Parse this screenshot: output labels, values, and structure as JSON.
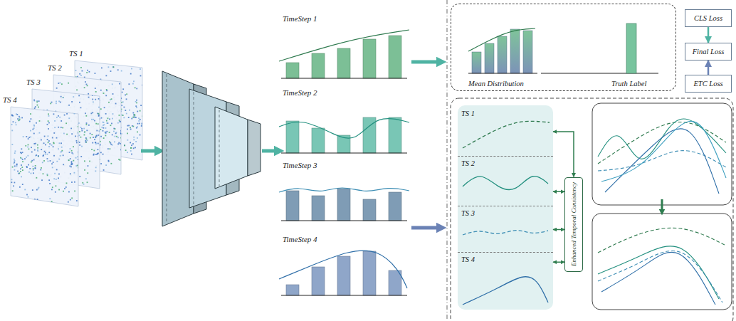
{
  "diagram": {
    "nodes": [
      {
        "text": [
          "Mean Distribution",
          "Truth Label"
        ]
      },
      {
        "text": [
          "CLS Loss"
        ]
      },
      {
        "text": [
          "Final Loss"
        ]
      },
      {
        "text": [
          "ETC Loss"
        ]
      },
      {
        "text": [
          "TS 1"
        ]
      },
      {
        "text": [
          "TS 2"
        ]
      },
      {
        "text": [
          "TS 3"
        ]
      },
      {
        "text": [
          "TS 4"
        ]
      },
      {
        "text": [
          "Enhanced Temporal Consistency"
        ]
      }
    ],
    "edges": [
      {
        "from": 1,
        "to": 2,
        "arrow": "to"
      },
      {
        "from": 3,
        "to": 2,
        "arrow": "to"
      },
      {
        "from": 8,
        "to": 4,
        "arrow": "both"
      },
      {
        "from": 8,
        "to": 5,
        "arrow": "both"
      },
      {
        "from": 8,
        "to": 6,
        "arrow": "both"
      },
      {
        "from": 8,
        "to": 7,
        "arrow": "both"
      }
    ],
    "labels": [
      "TS 1",
      "TS 2",
      "TS 3",
      "TS 4",
      "TimeStep 1",
      "TimeStep 2",
      "TimeStep 3",
      "TimeStep 4"
    ]
  }
}
